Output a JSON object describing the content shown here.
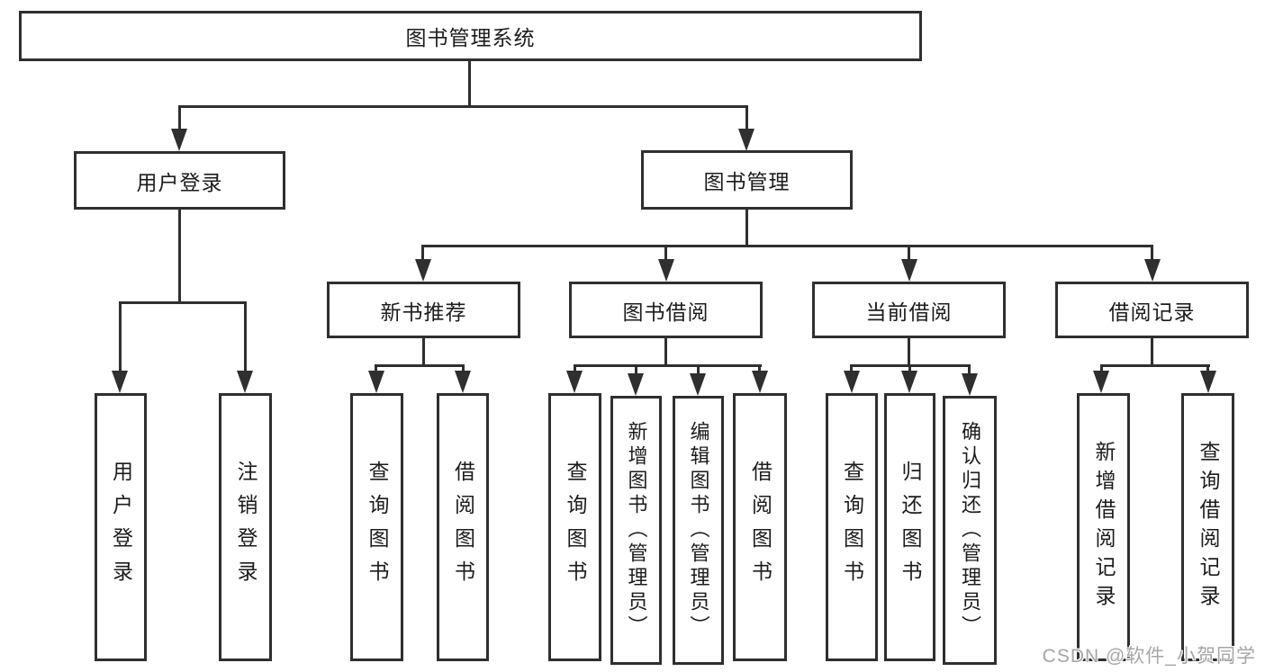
{
  "diagram": {
    "root": {
      "label": "图书管理系统"
    },
    "branches": [
      {
        "label": "用户登录",
        "children": [
          {
            "label": "用户登录"
          },
          {
            "label": "注销登录"
          }
        ]
      },
      {
        "label": "图书管理",
        "children": [
          {
            "label": "新书推荐",
            "children": [
              {
                "label": "查询图书"
              },
              {
                "label": "借阅图书"
              }
            ]
          },
          {
            "label": "图书借阅",
            "children": [
              {
                "label": "查询图书"
              },
              {
                "label": "新增图书（管理员）"
              },
              {
                "label": "编辑图书（管理员）"
              },
              {
                "label": "借阅图书"
              }
            ]
          },
          {
            "label": "当前借阅",
            "children": [
              {
                "label": "查询图书"
              },
              {
                "label": "归还图书"
              },
              {
                "label": "确认归还（管理员）"
              }
            ]
          },
          {
            "label": "借阅记录",
            "children": [
              {
                "label": "新增借阅记录"
              },
              {
                "label": "查询借阅记录"
              }
            ]
          }
        ]
      }
    ]
  },
  "watermark": {
    "text": "CSDN @软件_小贺同学"
  },
  "colors": {
    "line": "#2f2f2f",
    "text": "#1c1c1c",
    "watermark": "#a6a6a6",
    "background": "#ffffff"
  }
}
